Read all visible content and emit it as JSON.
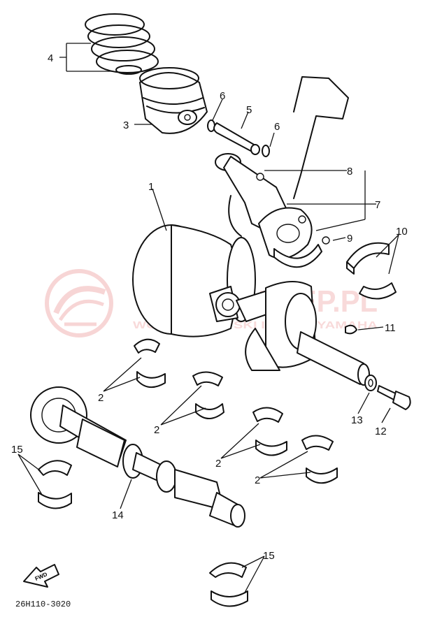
{
  "watermark": {
    "brand_line": "YAMAHAKLEP.PL",
    "sub_line": "WOJCIECHOWSKI I TRAKTYAMAHA",
    "color": "#e25a5a"
  },
  "callouts": [
    "1",
    "2",
    "2",
    "2",
    "2",
    "3",
    "4",
    "5",
    "6",
    "6",
    "7",
    "8",
    "9",
    "10",
    "11",
    "12",
    "13",
    "14",
    "15",
    "15"
  ],
  "fwd_label": "FWD",
  "diagram_code": "26H110-3020"
}
